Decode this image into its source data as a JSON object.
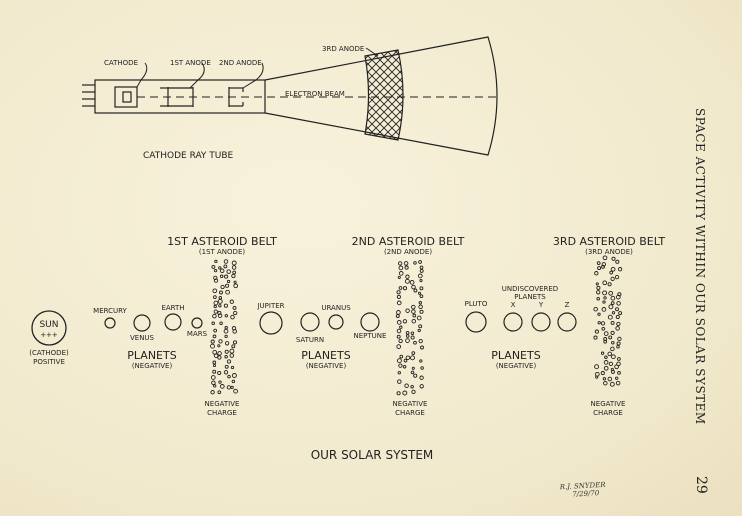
{
  "crt": {
    "cathode": "CATHODE",
    "anode1": "1ST ANODE",
    "anode2": "2ND ANODE",
    "anode3": "3RD ANODE",
    "beam": "ELECTRON BEAM",
    "caption": "CATHODE RAY TUBE"
  },
  "sun": {
    "name": "SUN",
    "charge": "+++",
    "role": "(CATHODE)",
    "polarity": "POSITIVE"
  },
  "belts": [
    {
      "title": "1ST ASTEROID BELT",
      "sub": "(1ST ANODE)",
      "charge1": "NEGATIVE",
      "charge2": "CHARGE"
    },
    {
      "title": "2ND ASTEROID BELT",
      "sub": "(2ND ANODE)",
      "charge1": "NEGATIVE",
      "charge2": "CHARGE"
    },
    {
      "title": "3RD ASTEROID BELT",
      "sub": "(3RD ANODE)",
      "charge1": "NEGATIVE",
      "charge2": "CHARGE"
    }
  ],
  "planets": {
    "mercury": "MERCURY",
    "venus": "VENUS",
    "earth": "EARTH",
    "mars": "MARS",
    "jupiter": "JUPITER",
    "saturn": "SATURN",
    "uranus": "URANUS",
    "neptune": "NEPTUNE",
    "pluto": "PLUTO",
    "x": "X",
    "y": "Y",
    "z": "Z",
    "undiscovered1": "UNDISCOVERED",
    "undiscovered2": "PLANETS"
  },
  "groups": [
    {
      "label": "PLANETS",
      "sub": "(NEGATIVE)"
    },
    {
      "label": "PLANETS",
      "sub": "(NEGATIVE)"
    },
    {
      "label": "PLANETS",
      "sub": "(NEGATIVE)"
    }
  ],
  "caption": "OUR SOLAR SYSTEM",
  "side_title": "SPACE ACTIVITY WITHIN OUR SOLAR SYSTEM",
  "page_number": "29",
  "signature": {
    "name": "R.J. SNYDER",
    "date": "7/29/70"
  },
  "colors": {
    "paper": "#f4edd4",
    "ink": "#1f1f1f"
  }
}
